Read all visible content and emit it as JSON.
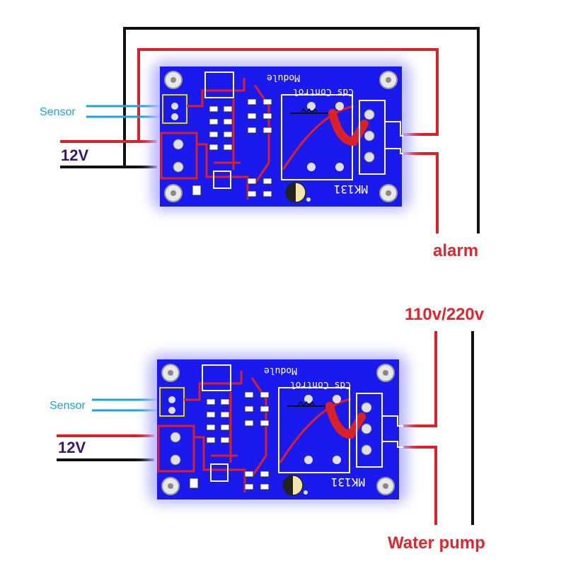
{
  "colors": {
    "background": "#ffffff",
    "pcb_blue": "#1a1aee",
    "pcb_glow": "#b9b9ff",
    "trace_red": "#dd1f26",
    "wire_black": "#111111",
    "sensor_wire": "#1aa3dd",
    "label_red": "#e0262b",
    "label_purple": "#3a1673",
    "label_blue": "#1aa3dd"
  },
  "modules": [
    {
      "board_title": "Cds Control",
      "board_subtitle": "Module",
      "board_code": "MK131",
      "sensor_label": "Sensor",
      "power_label": "12V",
      "load_label": "alarm",
      "mains_label": ""
    },
    {
      "board_title": "Cds Control",
      "board_subtitle": "Module",
      "board_code": "MK131",
      "sensor_label": "Sensor",
      "power_label": "12V",
      "load_label": "Water pump",
      "mains_label": "110v/220v"
    }
  ],
  "icons": {
    "mount_hole": "mount-hole-icon",
    "screw_terminal": "screw-terminal-icon",
    "photoresistor": "photoresistor-icon",
    "relay": "relay-icon"
  }
}
